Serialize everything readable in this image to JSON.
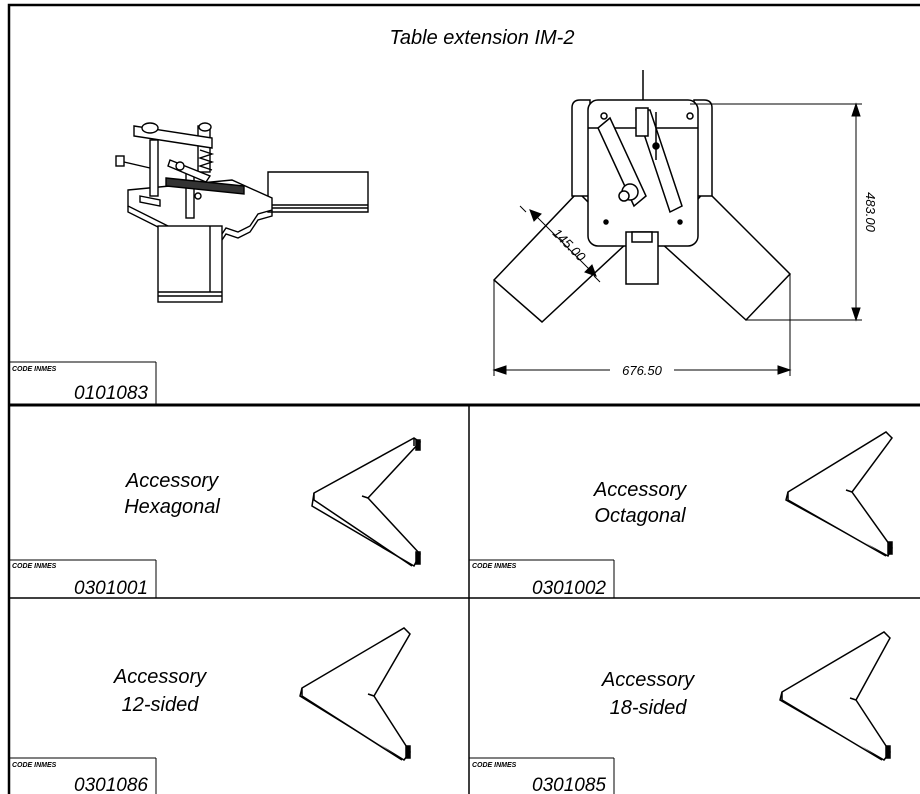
{
  "main_panel": {
    "title": "Table extension IM-2",
    "code_label": "CODE INMES",
    "code": "0101083",
    "dimensions": {
      "width": "676.50",
      "height": "483.00",
      "arm": "145.00"
    }
  },
  "accessories": [
    {
      "line1": "Accessory",
      "line2": "Hexagonal",
      "code_label": "CODE INMES",
      "code": "0301001"
    },
    {
      "line1": "Accessory",
      "line2": "Octagonal",
      "code_label": "CODE INMES",
      "code": "0301002"
    },
    {
      "line1": "Accessory",
      "line2": "12-sided",
      "code_label": "CODE INMES",
      "code": "0301086"
    },
    {
      "line1": "Accessory",
      "line2": "18-sided",
      "code_label": "CODE INMES",
      "code": "0301085"
    }
  ]
}
